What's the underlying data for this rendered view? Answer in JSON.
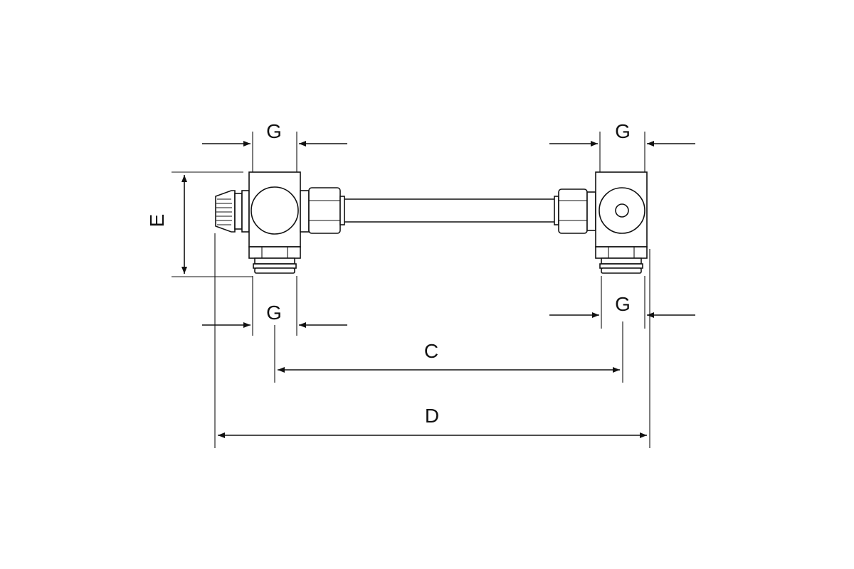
{
  "labels": {
    "g_top_left": "G",
    "g_top_right": "G",
    "g_bottom_left": "G",
    "g_bottom_right": "G",
    "c": "C",
    "d": "D",
    "e": "E"
  },
  "colors": {
    "line": "#111111",
    "background": "#ffffff"
  }
}
